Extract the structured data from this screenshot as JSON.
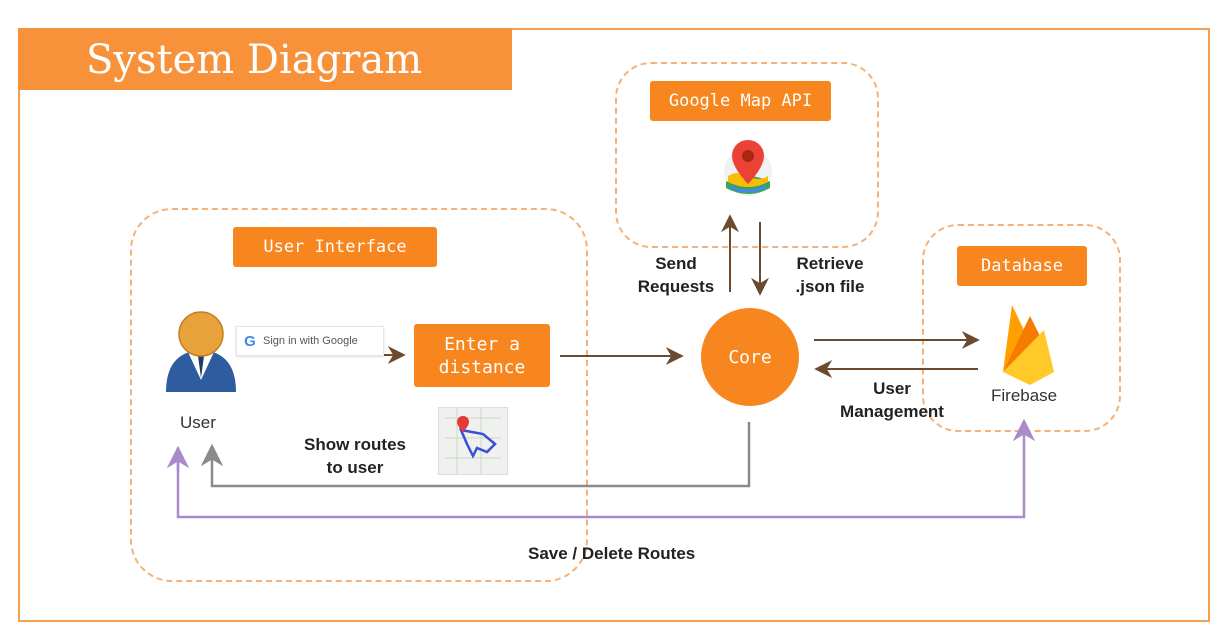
{
  "title": "System Diagram",
  "boxes": {
    "google_map_api": "Google Map API",
    "user_interface": "User Interface",
    "database": "Database"
  },
  "nodes": {
    "enter_distance_line1": "Enter a",
    "enter_distance_line2": "distance",
    "core": "Core",
    "user": "User",
    "firebase": "Firebase"
  },
  "google_signin": "Sign in with Google",
  "edges": {
    "send_requests_line1": "Send",
    "send_requests_line2": "Requests",
    "retrieve_line1": "Retrieve",
    "retrieve_line2": ".json file",
    "user_mgmt_line1": "User",
    "user_mgmt_line2": "Management",
    "show_routes_line1": "Show routes",
    "show_routes_line2": "to user",
    "save_delete": "Save / Delete Routes"
  },
  "colors": {
    "accent_orange": "#f7861f",
    "title_orange": "#f7923a",
    "dashed_border": "#f4b27a",
    "arrow_brown": "#6b4a2e",
    "arrow_gray": "#8a8a8a",
    "arrow_purple": "#a98acb"
  }
}
